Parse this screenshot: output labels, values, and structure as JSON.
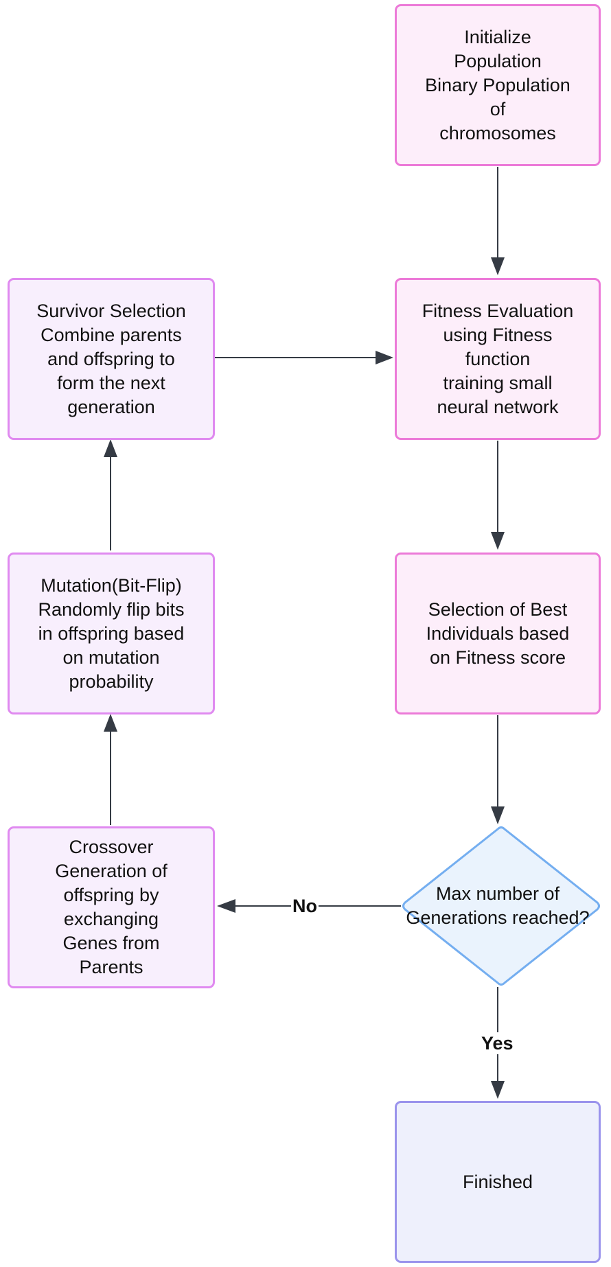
{
  "nodes": {
    "init": [
      "Initialize",
      "Population",
      "Binary Population",
      "of",
      "chromosomes"
    ],
    "fitness": [
      "Fitness Evaluation",
      "using Fitness",
      "function",
      "training small",
      "neural network"
    ],
    "selection": [
      "Selection of Best",
      "Individuals based",
      "on Fitness score"
    ],
    "decision": [
      "Max number",
      "of Generations",
      "reached?"
    ],
    "finished": [
      "Finished"
    ],
    "survivor": [
      "Survivor Selection",
      "Combine parents",
      "and offspring to",
      "form the next",
      "generation"
    ],
    "mutation": [
      "Mutation(Bit-Flip)",
      "Randomly flip bits",
      "in offspring based",
      "on mutation",
      "probability"
    ],
    "crossover": [
      "Crossover",
      "Generation of",
      "offspring by",
      "exchanging",
      "Genes from",
      "Parents"
    ]
  },
  "edge_labels": {
    "no": "No",
    "yes": "Yes"
  },
  "colors": {
    "process_fill": "#fdeefa",
    "process_border": "#ec7ad8",
    "side_fill": "#f8effd",
    "side_border": "#e08af0",
    "decision_fill": "#eaf3fd",
    "decision_border": "#74aef0",
    "terminal_fill": "#eef0fc",
    "terminal_border": "#9a93ec",
    "arrow": "#353b44"
  }
}
